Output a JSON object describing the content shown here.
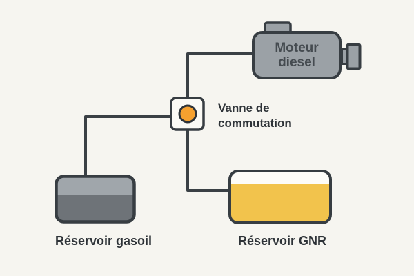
{
  "diagram": {
    "background_color": "#f6f5f0",
    "pipe_color": "#3a4045",
    "text_color": "#2e3338",
    "engine": {
      "label_lines": [
        "Moteur",
        "diesel"
      ],
      "body_color": "#9ba1a6",
      "outline_color": "#373d42",
      "label_color": "#454b50"
    },
    "valve": {
      "label_lines": [
        "Vanne de",
        "commutation"
      ],
      "body_color": "#fbfaf5",
      "indicator_color": "#f6a12f"
    },
    "diesel_tank": {
      "label": "Réservoir gasoil",
      "fill_top_color": "#a0a6ab",
      "fill_bottom_color": "#6e7378"
    },
    "gnr_tank": {
      "label": "Réservoir GNR",
      "fuel_color": "#f2c34c",
      "headspace_color": "#fdfcf8"
    }
  }
}
